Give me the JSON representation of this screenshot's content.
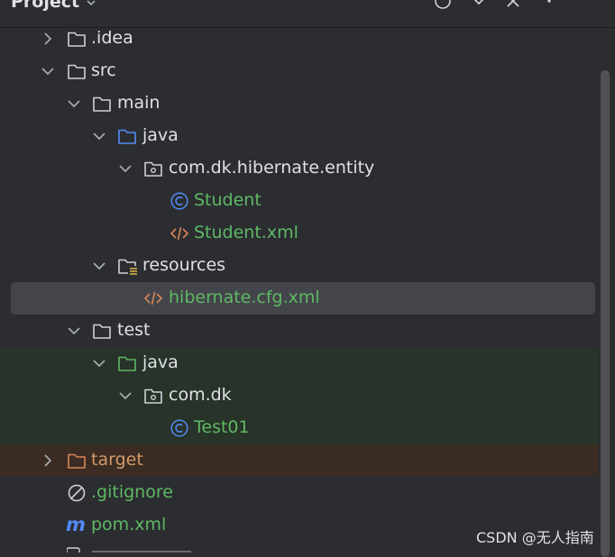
{
  "header": {
    "title": "Project",
    "icons": [
      "target-icon",
      "chevron-down-icon",
      "close-icon",
      "more-icon"
    ]
  },
  "tree": [
    {
      "label": ".idea",
      "icon": "folder-icon",
      "expanded": false
    },
    {
      "label": "src",
      "icon": "folder-icon",
      "expanded": true
    },
    {
      "label": "main",
      "icon": "folder-icon",
      "expanded": true
    },
    {
      "label": "java",
      "icon": "source-folder-icon",
      "expanded": true
    },
    {
      "label": "com.dk.hibernate.entity",
      "icon": "package-icon",
      "expanded": true
    },
    {
      "label": "Student",
      "icon": "class-icon"
    },
    {
      "label": "Student.xml",
      "icon": "xml-icon"
    },
    {
      "label": "resources",
      "icon": "resources-folder-icon",
      "expanded": true
    },
    {
      "label": "hibernate.cfg.xml",
      "icon": "xml-icon",
      "selected": true
    },
    {
      "label": "test",
      "icon": "folder-icon",
      "expanded": true
    },
    {
      "label": "java",
      "icon": "test-source-folder-icon",
      "expanded": true
    },
    {
      "label": "com.dk",
      "icon": "package-icon",
      "expanded": true
    },
    {
      "label": "Test01",
      "icon": "class-icon"
    },
    {
      "label": "target",
      "icon": "excluded-folder-icon",
      "expanded": false
    },
    {
      "label": ".gitignore",
      "icon": "ignore-icon"
    },
    {
      "label": "pom.xml",
      "icon": "maven-icon"
    }
  ],
  "watermark": "CSDN @无人指南",
  "colors": {
    "background": "#2b2d30",
    "selection": "#43454a",
    "test_row": "#283329",
    "excluded_row": "#3a2c22",
    "green_text": "#5fb865",
    "orange_text": "#d39a6a",
    "blue_icon": "#548af7"
  }
}
